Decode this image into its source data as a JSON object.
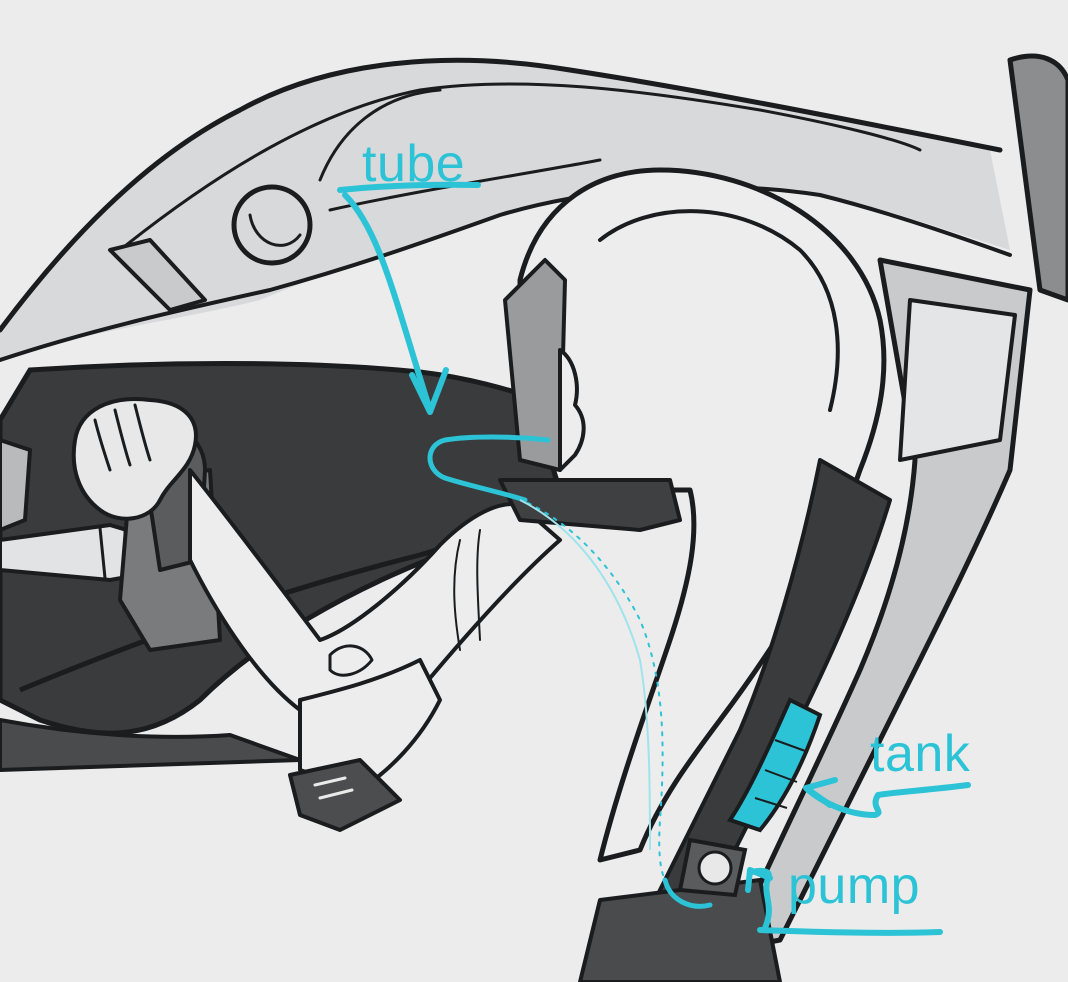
{
  "labels": {
    "tube": "tube",
    "tank": "tank",
    "pump": "pump"
  },
  "colors": {
    "accent": "#2cc3d6",
    "ink": "#1a1c1e",
    "dark_fill": "#3a3b3c",
    "mid_fill": "#6d6e70",
    "light_fill": "#c9cacb",
    "paper": "#ececec"
  }
}
